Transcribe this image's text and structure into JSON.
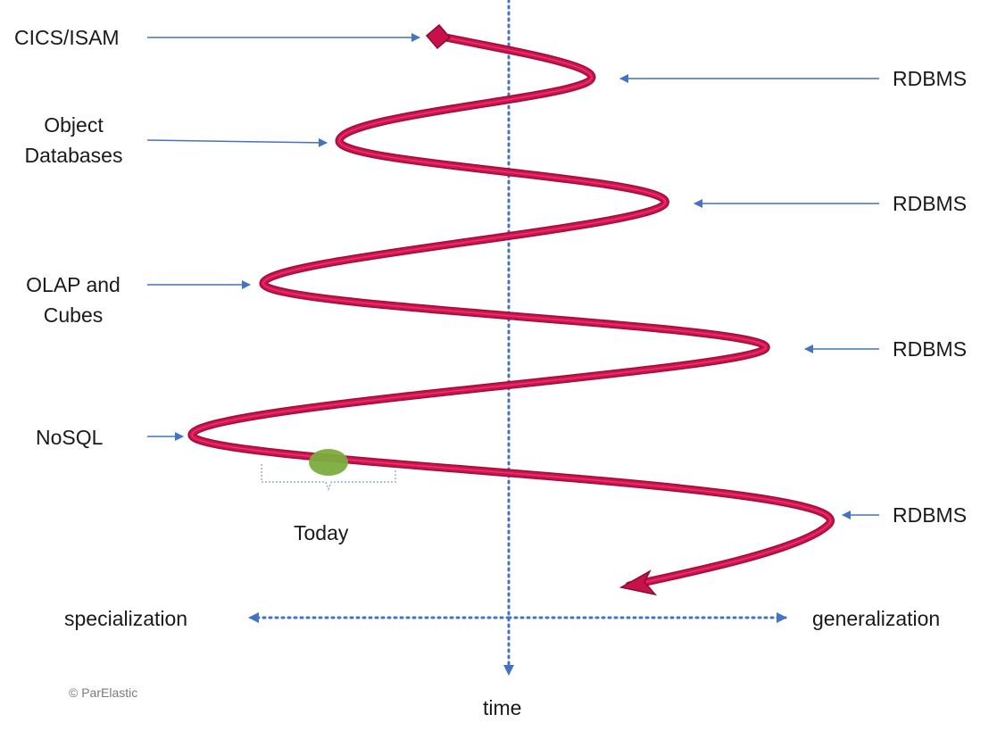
{
  "labels": {
    "cics_isam": "CICS/ISAM",
    "object_databases_line1": "Object",
    "object_databases_line2": "Databases",
    "olap_line1": "OLAP and",
    "olap_line2": "Cubes",
    "nosql": "NoSQL",
    "rdbms_1": "RDBMS",
    "rdbms_2": "RDBMS",
    "rdbms_3": "RDBMS",
    "rdbms_4": "RDBMS",
    "today": "Today",
    "specialization": "specialization",
    "generalization": "generalization",
    "time": "time"
  },
  "copyright": "© ParElastic",
  "colors": {
    "spiral": "#d0124f",
    "spiral_highlight": "#f0457d",
    "pointer_arrows": "#4472c4",
    "axis": "#4472c4",
    "today_marker": "#7cad3f",
    "today_bracket": "#7f9fd4",
    "text": "#1a1a1a",
    "copyright": "#7a7a7a"
  }
}
